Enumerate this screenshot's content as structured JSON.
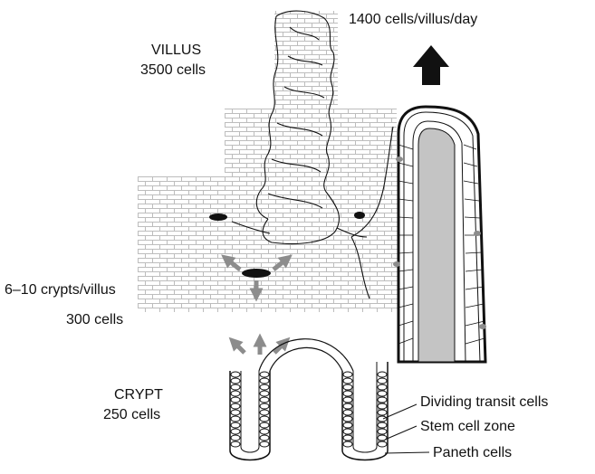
{
  "labels": {
    "villus_name": "VILLUS",
    "villus_cells": "3500 cells",
    "output_rate": "1400 cells/villus/day",
    "crypts_per_villus": "6–10 crypts/villus",
    "crypt_region_cells": "300 cells",
    "crypt_name": "CRYPT",
    "crypt_cells": "250 cells",
    "dividing_transit": "Dividing transit cells",
    "stem_zone": "Stem cell zone",
    "paneth": "Paneth cells"
  },
  "colors": {
    "brick": "#bdbdbd",
    "arrow_gray": "#8c8c8c",
    "lamina": "#c4c4c4",
    "stem_fill": "#9a9a9a",
    "outline": "#111111"
  }
}
